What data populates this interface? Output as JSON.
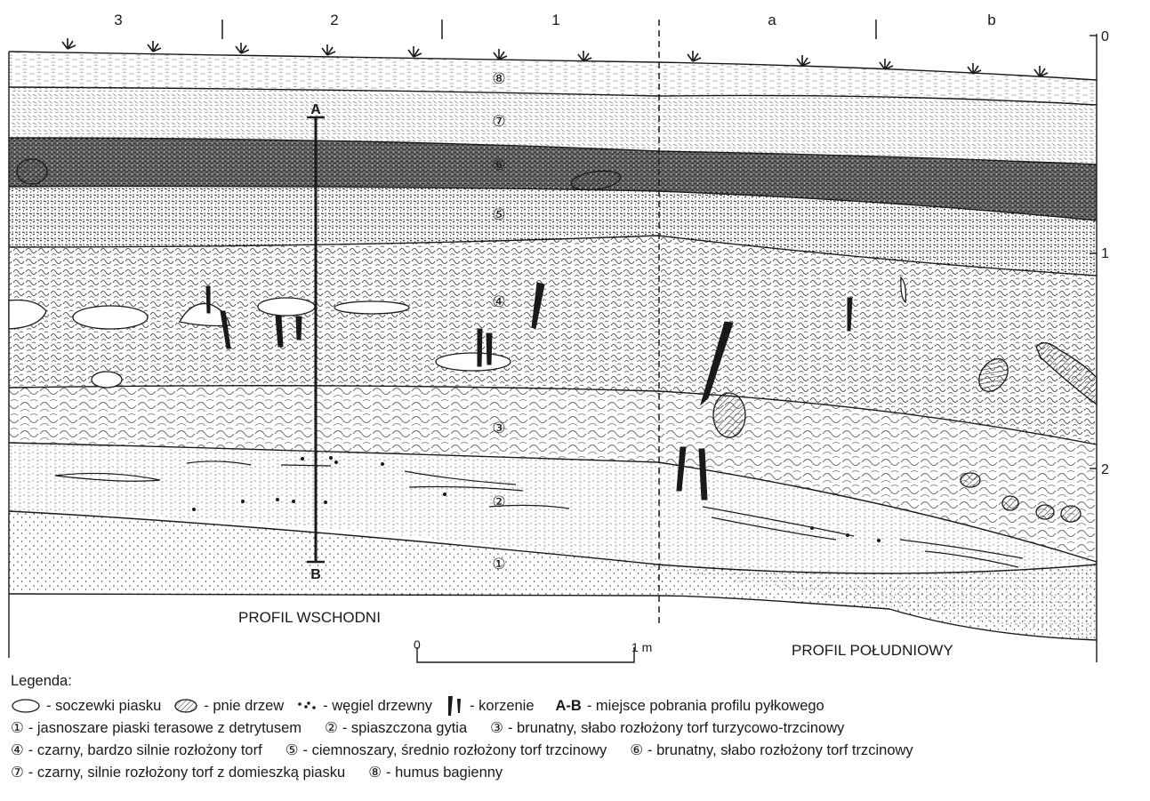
{
  "columns": [
    "3",
    "2",
    "1",
    "a",
    "b"
  ],
  "depth_ticks": [
    "0",
    "1",
    "2"
  ],
  "layer_numbers": [
    "⑧",
    "⑦",
    "⑥",
    "⑤",
    "④",
    "③",
    "②",
    "①"
  ],
  "profile_marker": {
    "top": "A",
    "bottom": "B"
  },
  "profile_left_label": "PROFIL WSCHODNI",
  "profile_right_label": "PROFIL POŁUDNIOWY",
  "scale": {
    "start": "0",
    "end": "1 m"
  },
  "legend": {
    "title": "Legenda:",
    "symbols": [
      {
        "icon": "sand-lens-icon",
        "text": "- soczewki piasku"
      },
      {
        "icon": "tree-stump-icon",
        "text": "- pnie drzew"
      },
      {
        "icon": "charcoal-icon",
        "text": "- węgiel drzewny"
      },
      {
        "icon": "roots-icon",
        "text": "- korzenie"
      }
    ],
    "ab_label": "A-B",
    "ab_text": "- miejsce pobrania profilu pyłkowego",
    "items": [
      {
        "num": "①",
        "text": "- jasnoszare piaski terasowe z detrytusem"
      },
      {
        "num": "②",
        "text": "- spiaszczona gytia"
      },
      {
        "num": "③",
        "text": "- brunatny, słabo rozłożony torf turzycowo-trzcinowy"
      },
      {
        "num": "④",
        "text": "- czarny,  bardzo silnie rozłożony torf"
      },
      {
        "num": "⑤",
        "text": "- ciemnoszary, średnio rozłożony torf trzcinowy"
      },
      {
        "num": "⑥",
        "text": "- brunatny, słabo rozłożony torf trzcinowy"
      },
      {
        "num": "⑦",
        "text": "- czarny, silnie rozłożony torf z domieszką piasku"
      },
      {
        "num": "⑧",
        "text": "- humus bagienny"
      }
    ]
  },
  "colors": {
    "ink": "#1a1a1a",
    "background": "#ffffff"
  }
}
